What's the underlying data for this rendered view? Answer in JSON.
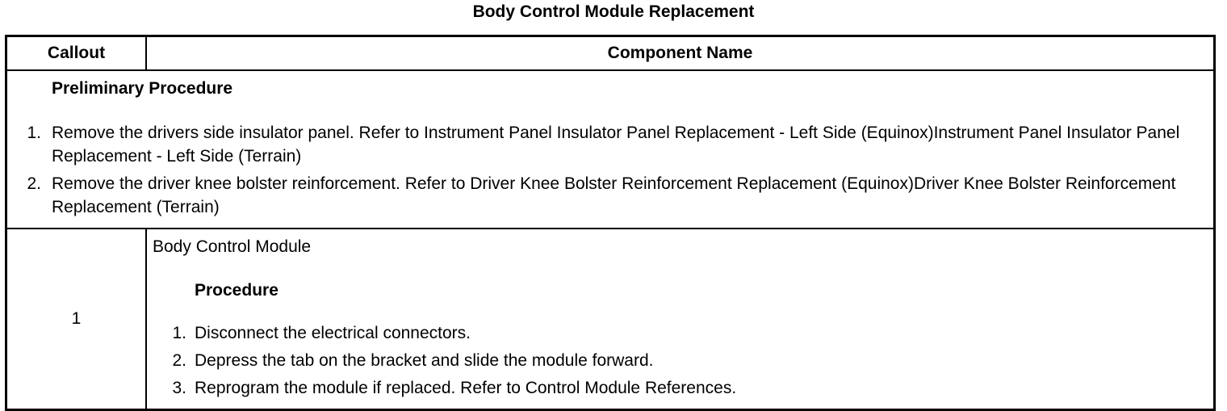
{
  "document": {
    "title": "Body Control Module Replacement"
  },
  "table": {
    "headers": {
      "callout": "Callout",
      "component_name": "Component Name"
    },
    "preliminary": {
      "heading": "Preliminary Procedure",
      "steps": [
        {
          "number": "1.",
          "text": "Remove the drivers side insulator panel. Refer to Instrument Panel Insulator Panel Replacement - Left Side (Equinox)Instrument Panel Insulator Panel Replacement - Left Side (Terrain)"
        },
        {
          "number": "2.",
          "text": "Remove the driver knee bolster reinforcement. Refer to Driver Knee Bolster Reinforcement Replacement (Equinox)Driver Knee Bolster Reinforcement Replacement (Terrain)"
        }
      ]
    },
    "rows": [
      {
        "callout": "1",
        "component": "Body Control Module",
        "procedure_heading": "Procedure",
        "steps": [
          {
            "number": "1.",
            "text": "Disconnect the electrical connectors."
          },
          {
            "number": "2.",
            "text": "Depress the tab on the bracket and slide the module forward."
          },
          {
            "number": "3.",
            "text": "Reprogram the module if replaced. Refer to Control Module References."
          }
        ]
      }
    ]
  }
}
